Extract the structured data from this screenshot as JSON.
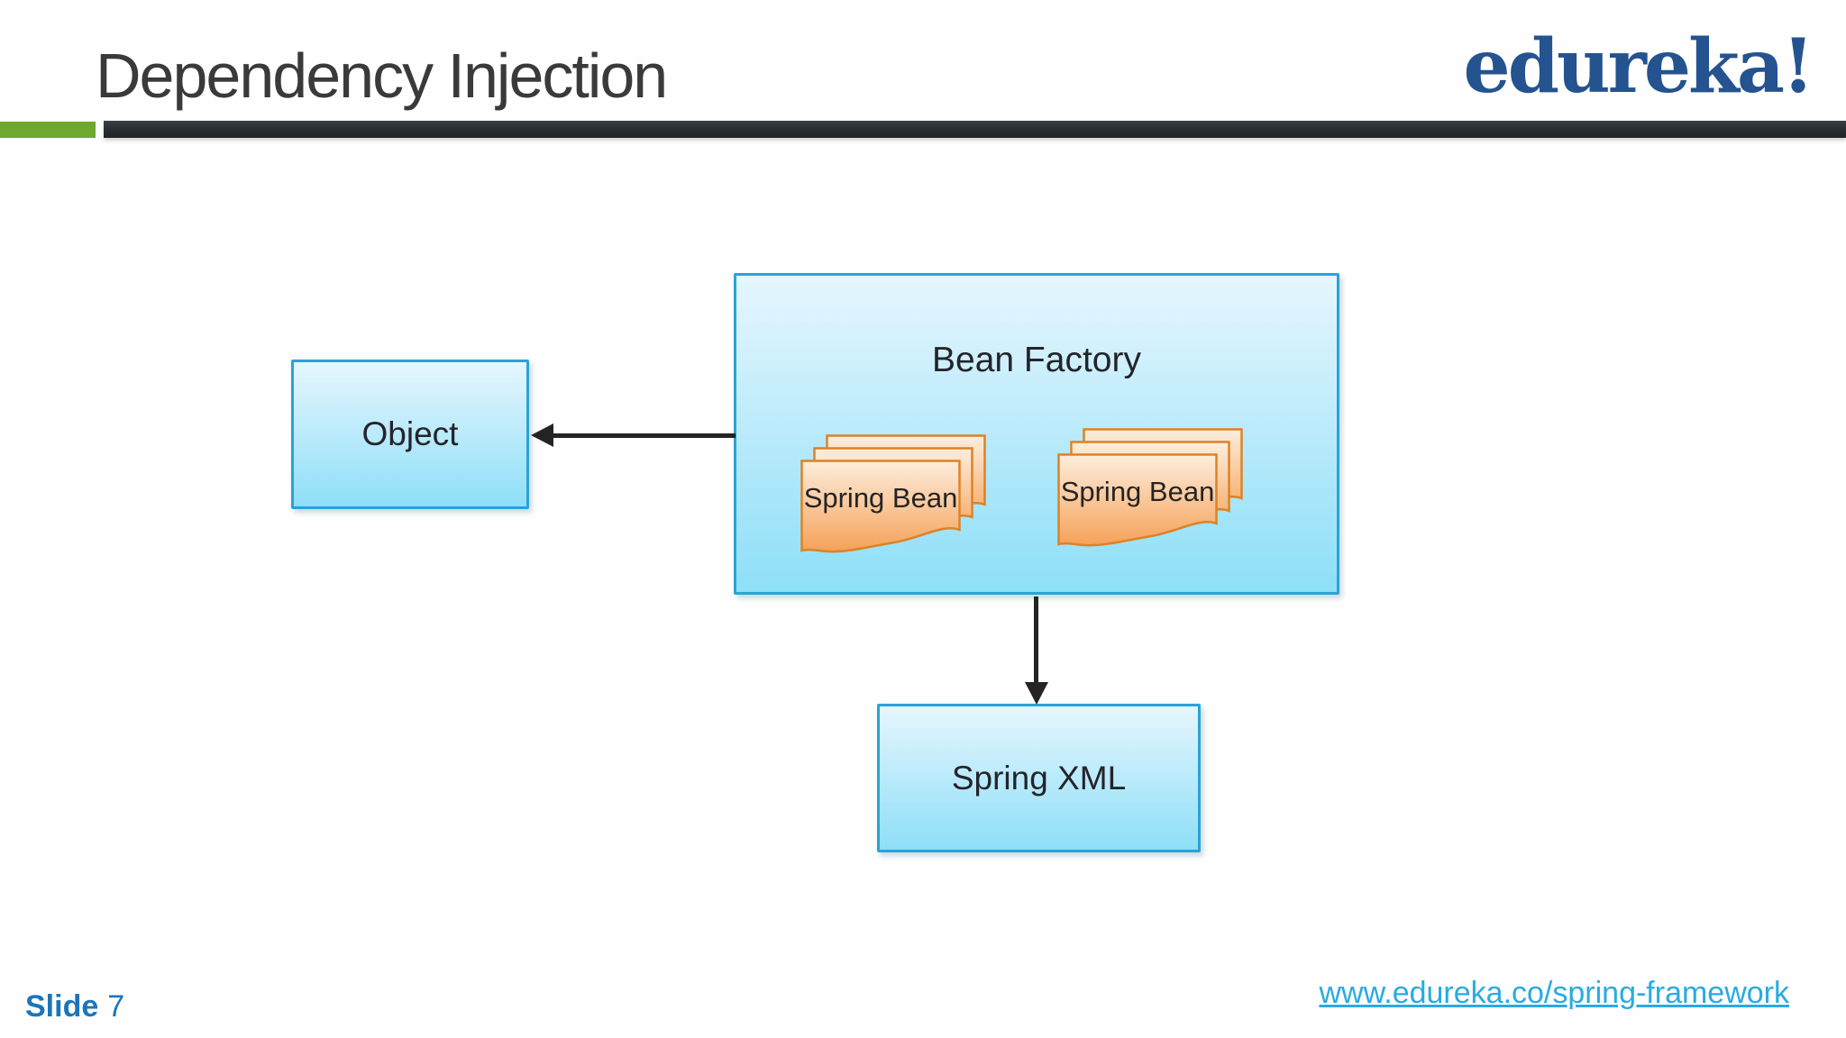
{
  "header": {
    "title": "Dependency Injection",
    "logo": "edureka!"
  },
  "diagram": {
    "object_box": {
      "label": "Object"
    },
    "bean_factory": {
      "label": "Bean Factory"
    },
    "bean_stacks": [
      {
        "label": "Spring Bean"
      },
      {
        "label": "Spring Bean"
      }
    ],
    "spring_xml": {
      "label": "Spring XML"
    }
  },
  "footer": {
    "slide_label": "Slide",
    "slide_number": "7",
    "link": "www.edureka.co/spring-framework"
  },
  "colors": {
    "accent_green": "#6fa82f",
    "header_bar": "#2a2f35",
    "title_text": "#3a3a3a",
    "logo_blue": "#24538f",
    "slide_number_blue": "#1b75bc",
    "link_blue": "#29abe2",
    "box_border": "#29a3d9",
    "box_fill_top": "#e6f6fe",
    "box_fill_bottom": "#8edff8",
    "box_text": "#24242b",
    "doc_border": "#dd8226",
    "doc_fill_top": "#fdeedd",
    "doc_fill_bottom": "#f5a158",
    "doc_text": "#242424",
    "arrow": "#242424"
  }
}
